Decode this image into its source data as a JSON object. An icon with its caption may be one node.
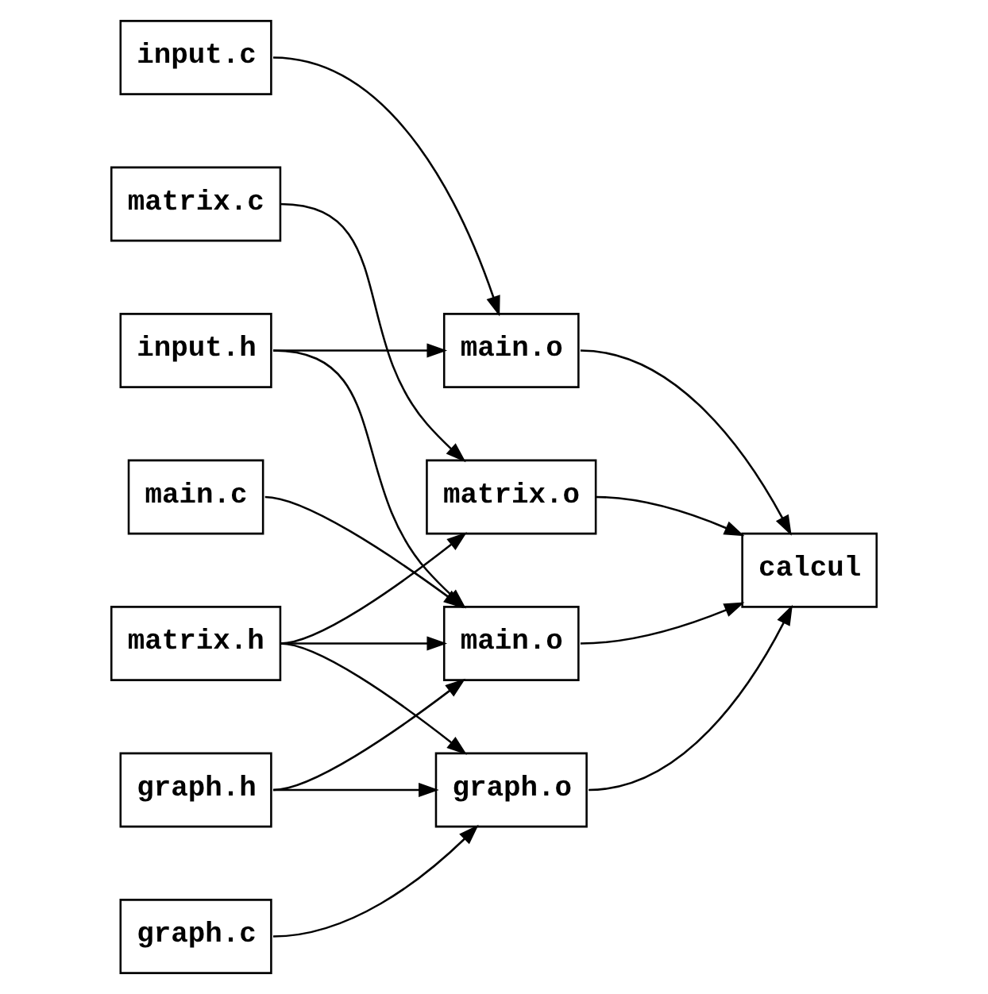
{
  "diagram": {
    "nodes": [
      {
        "text": [
          "input.c"
        ]
      },
      {
        "text": [
          "input.h"
        ]
      },
      {
        "text": [
          "matrix.c"
        ]
      },
      {
        "text": [
          "matrix.h"
        ]
      },
      {
        "text": [
          "graph.c"
        ]
      },
      {
        "text": [
          "graph.h"
        ]
      },
      {
        "text": [
          "main.c"
        ]
      },
      {
        "text": [
          "main.o"
        ]
      },
      {
        "text": [
          "matrix.o"
        ]
      },
      {
        "text": [
          "graph.o"
        ]
      },
      {
        "text": [
          "main.o"
        ]
      },
      {
        "text": [
          "calcul"
        ]
      }
    ],
    "edges": [
      {
        "from": 0,
        "to": 7,
        "arrow": "to"
      },
      {
        "from": 1,
        "to": 7,
        "arrow": "to"
      },
      {
        "from": 1,
        "to": 10,
        "arrow": "to"
      },
      {
        "from": 2,
        "to": 8,
        "arrow": "to"
      },
      {
        "from": 3,
        "to": 8,
        "arrow": "to"
      },
      {
        "from": 3,
        "to": 9,
        "arrow": "to"
      },
      {
        "from": 3,
        "to": 10,
        "arrow": "to"
      },
      {
        "from": 4,
        "to": 9,
        "arrow": "to"
      },
      {
        "from": 5,
        "to": 9,
        "arrow": "to"
      },
      {
        "from": 5,
        "to": 10,
        "arrow": "to"
      },
      {
        "from": 6,
        "to": 10,
        "arrow": "to"
      },
      {
        "from": 7,
        "to": 11,
        "arrow": "to"
      },
      {
        "from": 8,
        "to": 11,
        "arrow": "to"
      },
      {
        "from": 9,
        "to": 11,
        "arrow": "to"
      },
      {
        "from": 10,
        "to": 11,
        "arrow": "to"
      }
    ]
  }
}
